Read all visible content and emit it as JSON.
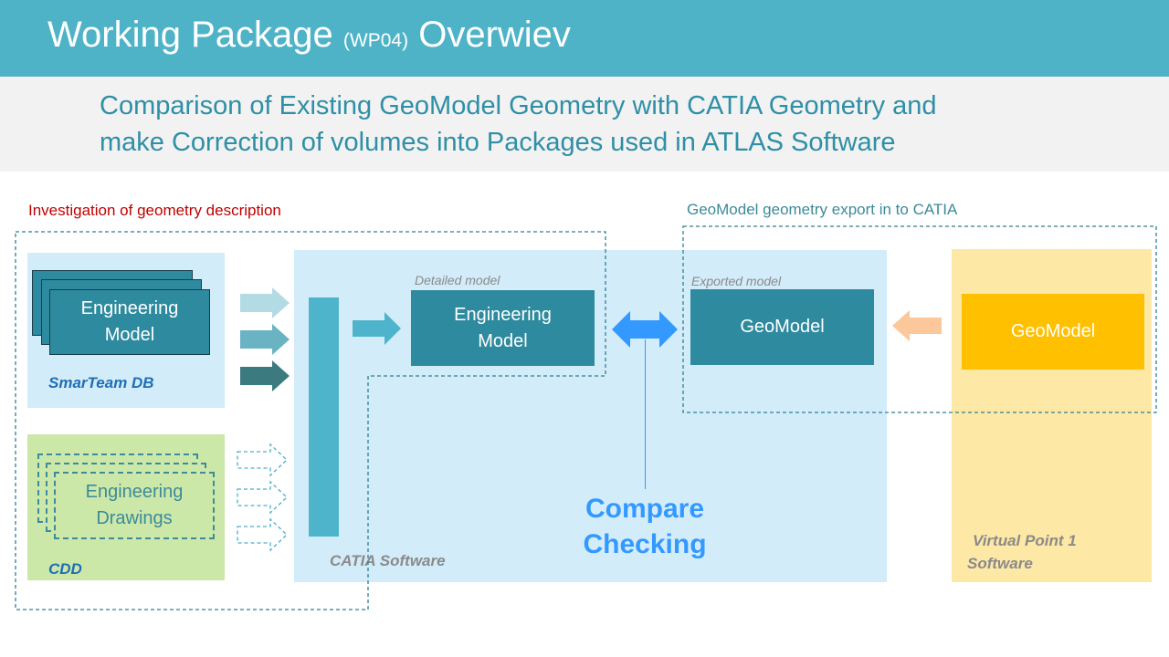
{
  "header": {
    "title_main": "Working Package",
    "title_code": "(WP04)",
    "title_end": "Overwiev",
    "subtitle_line1": "Comparison of Existing GeoModel Geometry with CATIA Geometry and",
    "subtitle_line2": "make Correction of volumes into Packages used in ATLAS Software"
  },
  "sections": {
    "investigation": "Investigation of geometry description",
    "export": "GeoModel geometry export in to CATIA"
  },
  "smarteam": {
    "box_line1": "Engineering",
    "box_line2": "Model",
    "label": "SmarTeam DB"
  },
  "cdd": {
    "box_line1": "Engineering",
    "box_line2": "Drawings",
    "label": "CDD"
  },
  "catia": {
    "label": "CATIA Software",
    "detailed_caption": "Detailed model",
    "eng_line1": "Engineering",
    "eng_line2": "Model",
    "exported_caption": "Exported model",
    "geomodel": "GeoModel"
  },
  "compare": {
    "line1": "Compare",
    "line2": "Checking"
  },
  "virtual_point": {
    "geomodel": "GeoModel",
    "label_line1": "Virtual Point 1",
    "label_line2": "Software"
  },
  "colors": {
    "title_bar": "#4fb3c8",
    "subtitle_text": "#2e8fa6",
    "investigation_text": "#c00000",
    "box_teal": "#2e8a9e",
    "geomodel_gold": "#ffc000",
    "compare_blue": "#3399ff"
  }
}
